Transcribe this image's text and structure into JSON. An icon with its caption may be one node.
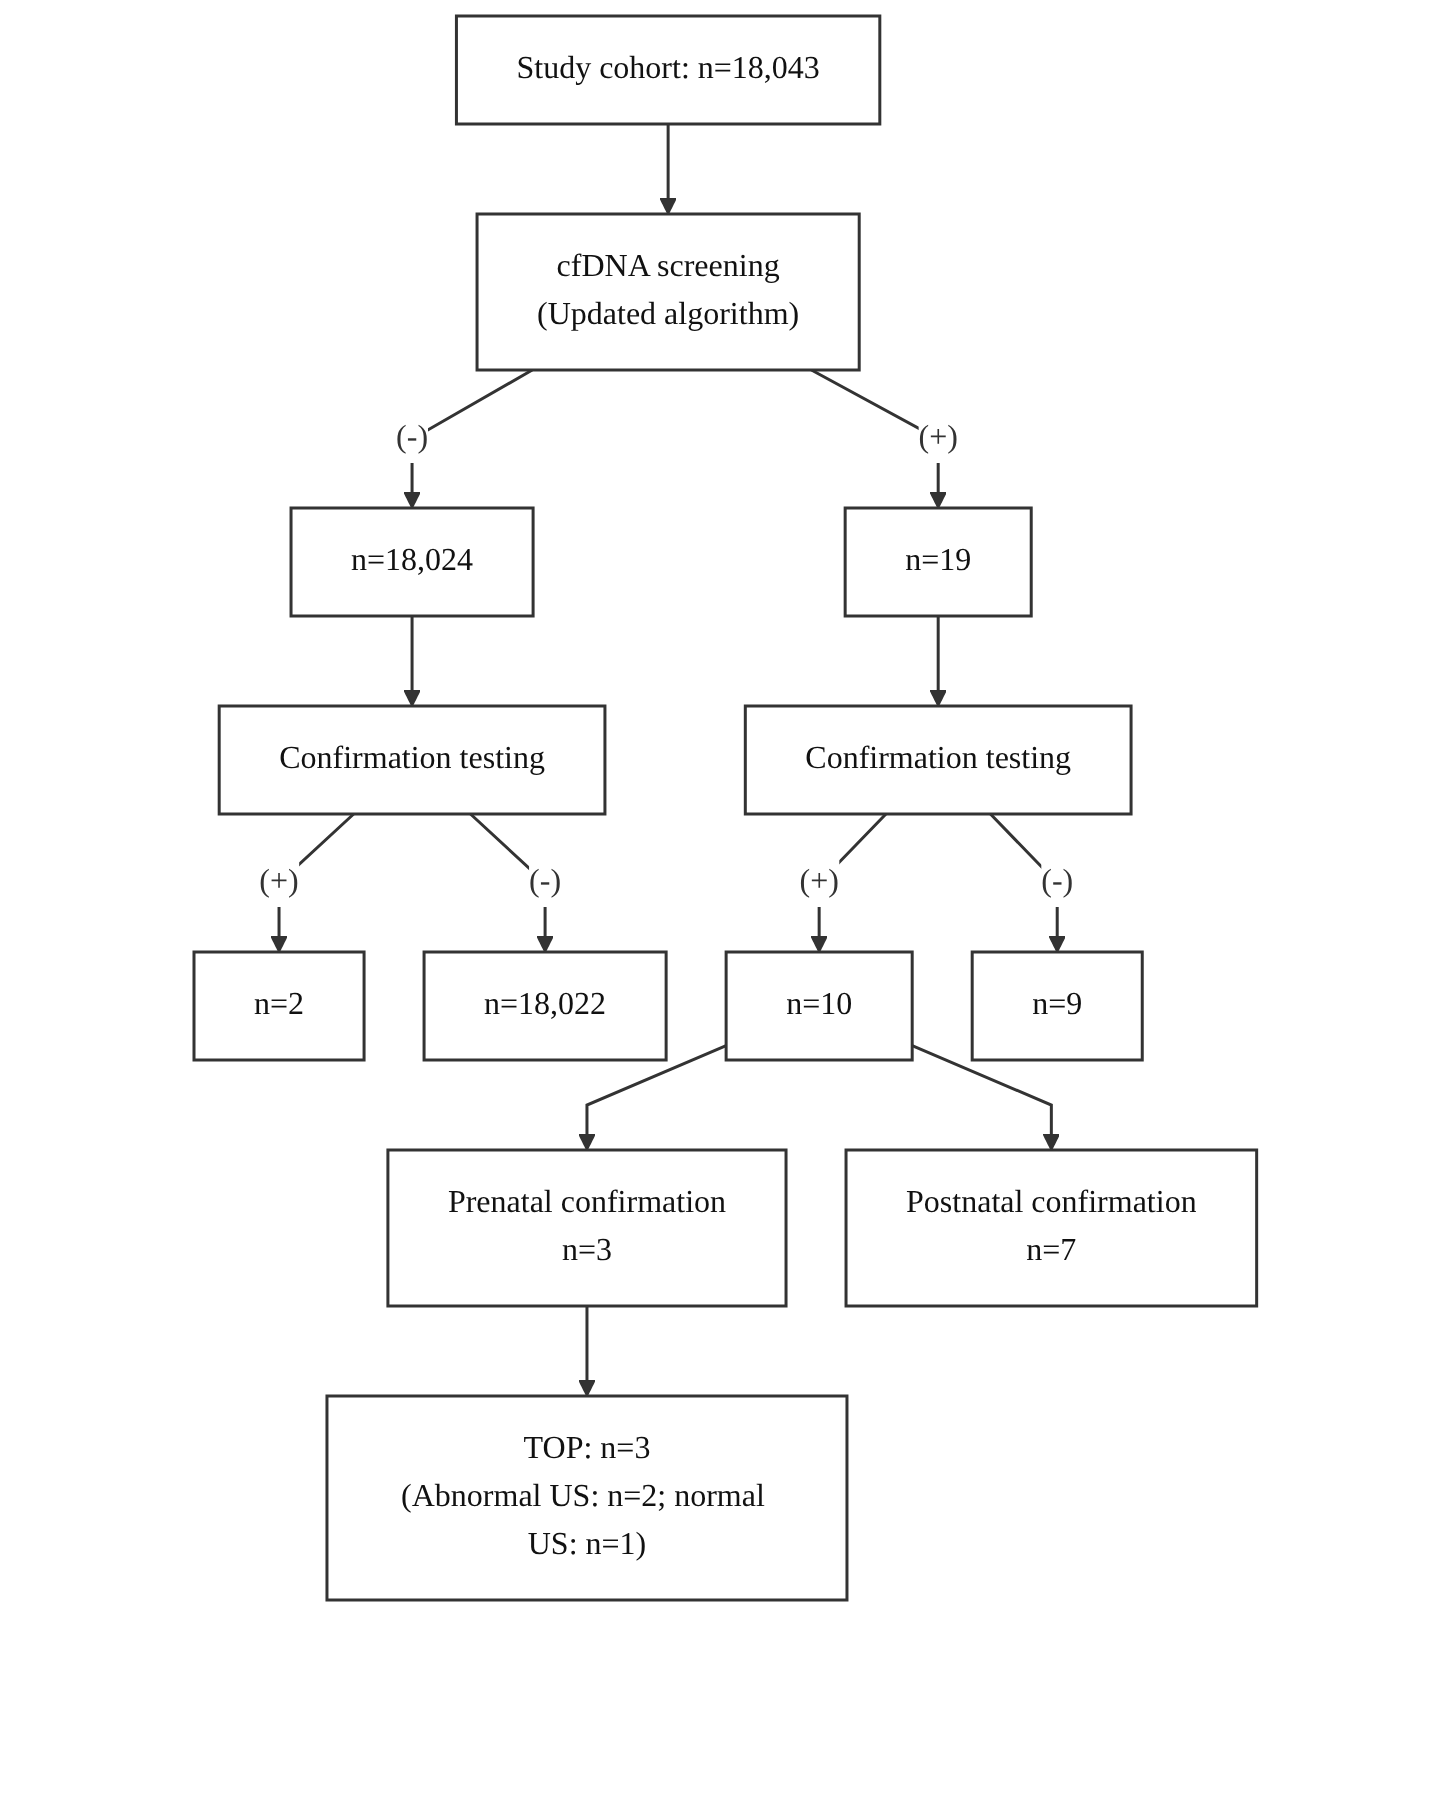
{
  "diagram": {
    "nodes": [
      {
        "text": [
          "Study cohort: n=18,043"
        ]
      },
      {
        "text": [
          "cfDNA screening",
          "(Updated algorithm)"
        ]
      },
      {
        "text": [
          "n=18,024"
        ]
      },
      {
        "text": [
          "n=19"
        ]
      },
      {
        "text": [
          "Confirmation testing"
        ]
      },
      {
        "text": [
          "Confirmation testing"
        ]
      },
      {
        "text": [
          "n=2"
        ]
      },
      {
        "text": [
          "n=18,022"
        ]
      },
      {
        "text": [
          "n=10"
        ]
      },
      {
        "text": [
          "n=9"
        ]
      },
      {
        "text": [
          "Prenatal confirmation",
          "n=3"
        ]
      },
      {
        "text": [
          "Postnatal confirmation",
          "n=7"
        ]
      },
      {
        "text": [
          "TOP: n=3",
          "(Abnormal US: n=2; normal US: n=1)"
        ]
      }
    ],
    "edges": [
      {
        "from": 0,
        "to": 1,
        "arrow": "to"
      },
      {
        "from": 1,
        "to": 2,
        "arrow": "to",
        "label": "(-)"
      },
      {
        "from": 1,
        "to": 3,
        "arrow": "to",
        "label": "(+)"
      },
      {
        "from": 2,
        "to": 4,
        "arrow": "to"
      },
      {
        "from": 3,
        "to": 5,
        "arrow": "to"
      },
      {
        "from": 4,
        "to": 6,
        "arrow": "to",
        "label": "(+)"
      },
      {
        "from": 4,
        "to": 7,
        "arrow": "to",
        "label": "(-)"
      },
      {
        "from": 5,
        "to": 8,
        "arrow": "to",
        "label": "(+)"
      },
      {
        "from": 5,
        "to": 9,
        "arrow": "to",
        "label": "(-)"
      },
      {
        "from": 8,
        "to": 10,
        "arrow": "to"
      },
      {
        "from": 8,
        "to": 11,
        "arrow": "to"
      },
      {
        "from": 10,
        "to": 12,
        "arrow": "to"
      }
    ]
  }
}
